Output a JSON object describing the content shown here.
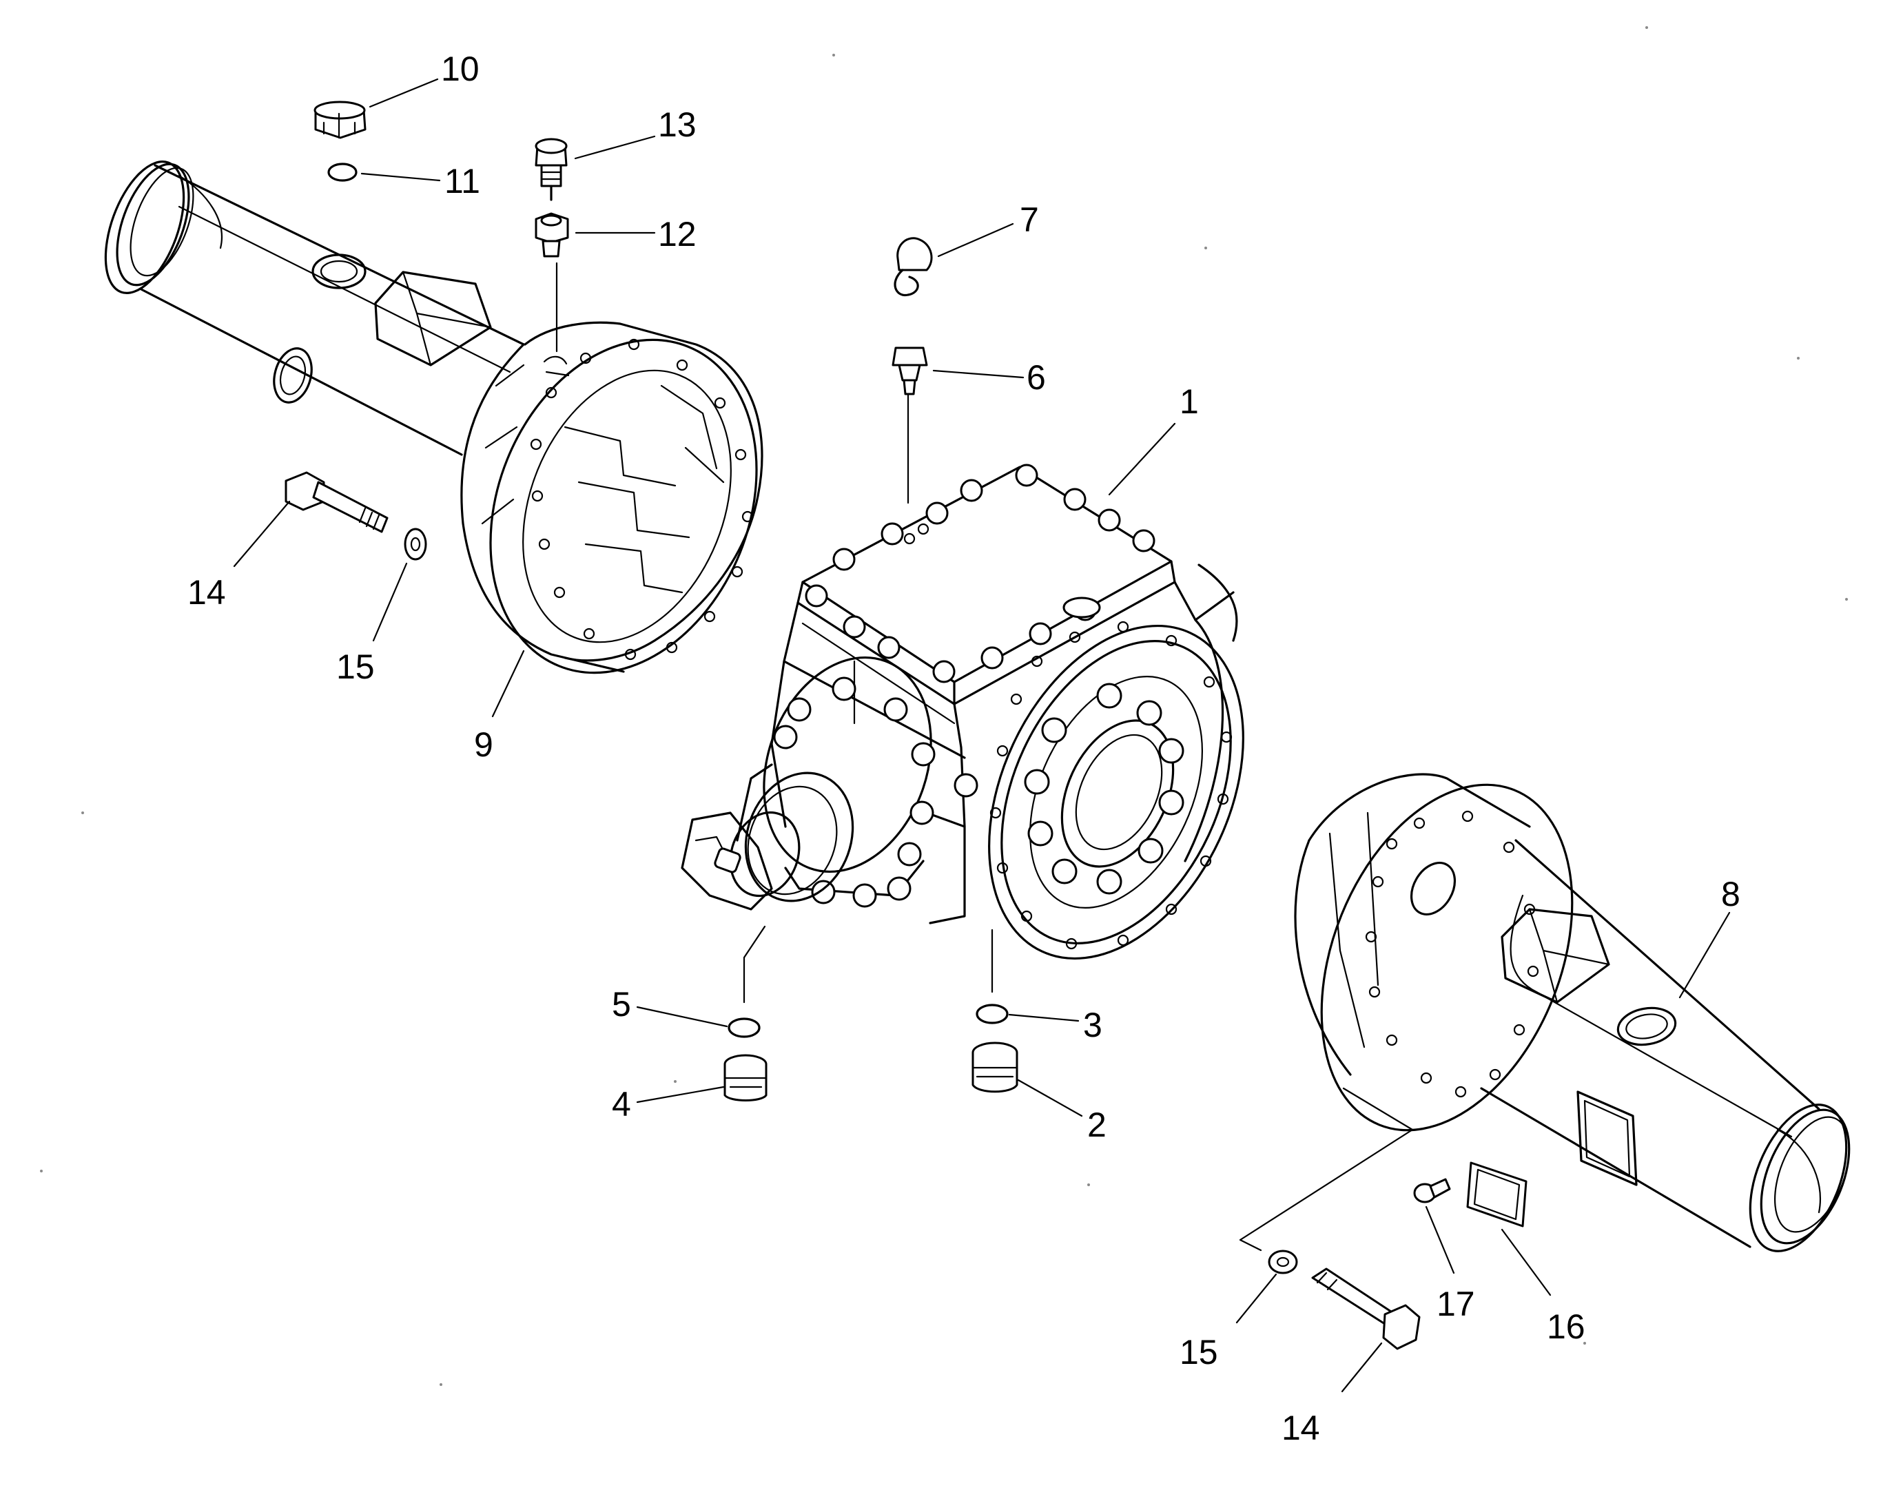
{
  "diagram": {
    "labels": [
      {
        "id": "1",
        "text": "1"
      },
      {
        "id": "2",
        "text": "2"
      },
      {
        "id": "3",
        "text": "3"
      },
      {
        "id": "4",
        "text": "4"
      },
      {
        "id": "5",
        "text": "5"
      },
      {
        "id": "6",
        "text": "6"
      },
      {
        "id": "7",
        "text": "7"
      },
      {
        "id": "8",
        "text": "8"
      },
      {
        "id": "9",
        "text": "9"
      },
      {
        "id": "10",
        "text": "10"
      },
      {
        "id": "11",
        "text": "11"
      },
      {
        "id": "12",
        "text": "12"
      },
      {
        "id": "13",
        "text": "13"
      },
      {
        "id": "14a",
        "text": "14"
      },
      {
        "id": "15a",
        "text": "15"
      },
      {
        "id": "14b",
        "text": "14"
      },
      {
        "id": "15b",
        "text": "15"
      },
      {
        "id": "16",
        "text": "16"
      },
      {
        "id": "17",
        "text": "17"
      }
    ]
  }
}
